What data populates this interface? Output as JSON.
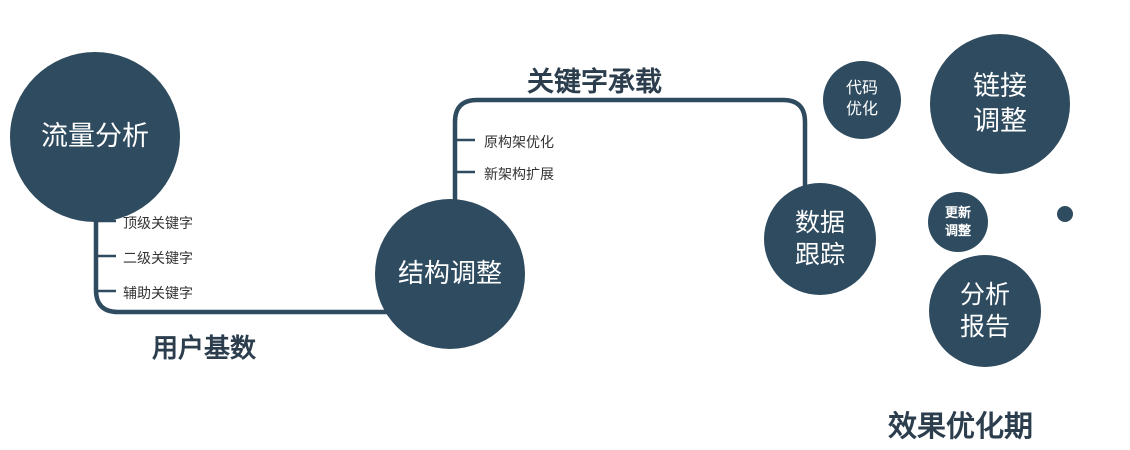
{
  "colors": {
    "primary": "#2e4b60",
    "label_dark": "#2c3e4e",
    "branch_text": "#333333",
    "background": "#ffffff"
  },
  "nodes": {
    "traffic": {
      "label": "流量分析"
    },
    "structure": {
      "label": "结构调整"
    },
    "tracking": {
      "line1": "数据",
      "line2": "跟踪"
    },
    "code": {
      "line1": "代码",
      "line2": "优化"
    },
    "link": {
      "line1": "链接",
      "line2": "调整"
    },
    "update": {
      "line1": "更新",
      "line2": "调整"
    },
    "report": {
      "line1": "分析",
      "line2": "报告"
    }
  },
  "edges": {
    "user_base": "用户基数",
    "keyword_carry": "关键字承载"
  },
  "branches": {
    "left": [
      "顶级关键字",
      "二级关键字",
      "辅助关键字"
    ],
    "mid": [
      "原构架优化",
      "新架构扩展"
    ]
  },
  "footer": {
    "label": "效果优化期"
  }
}
